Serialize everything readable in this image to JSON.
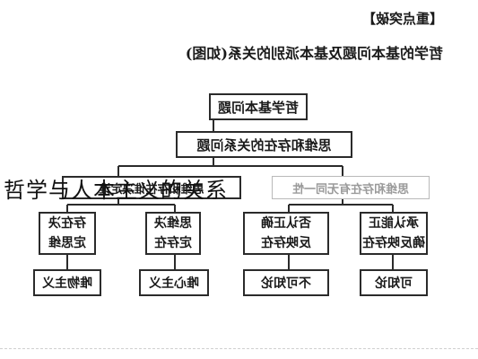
{
  "header": {
    "section_label": "【重点突破】",
    "subtitle": "哲学的基本问题及基本派别的关系(如图)"
  },
  "diagram": {
    "root": "哲学基本问题",
    "level1": "思维和存在的关系问题",
    "left_branch": "思维和存在有无同一性",
    "right_branch": "思维和存在谁决定谁",
    "sub_left_1": [
      "承认能正",
      "确反映存在"
    ],
    "sub_left_2": [
      "否认正确",
      "反映存在"
    ],
    "sub_right_1": [
      "思维决",
      "定存在"
    ],
    "sub_right_2": [
      "存在决",
      "定思维"
    ],
    "leaf_1": "可知论",
    "leaf_2": "不可知论",
    "leaf_3": "唯心主义",
    "leaf_4": "唯物主义"
  },
  "overlay_caption": "哲学与人本主义的关系"
}
